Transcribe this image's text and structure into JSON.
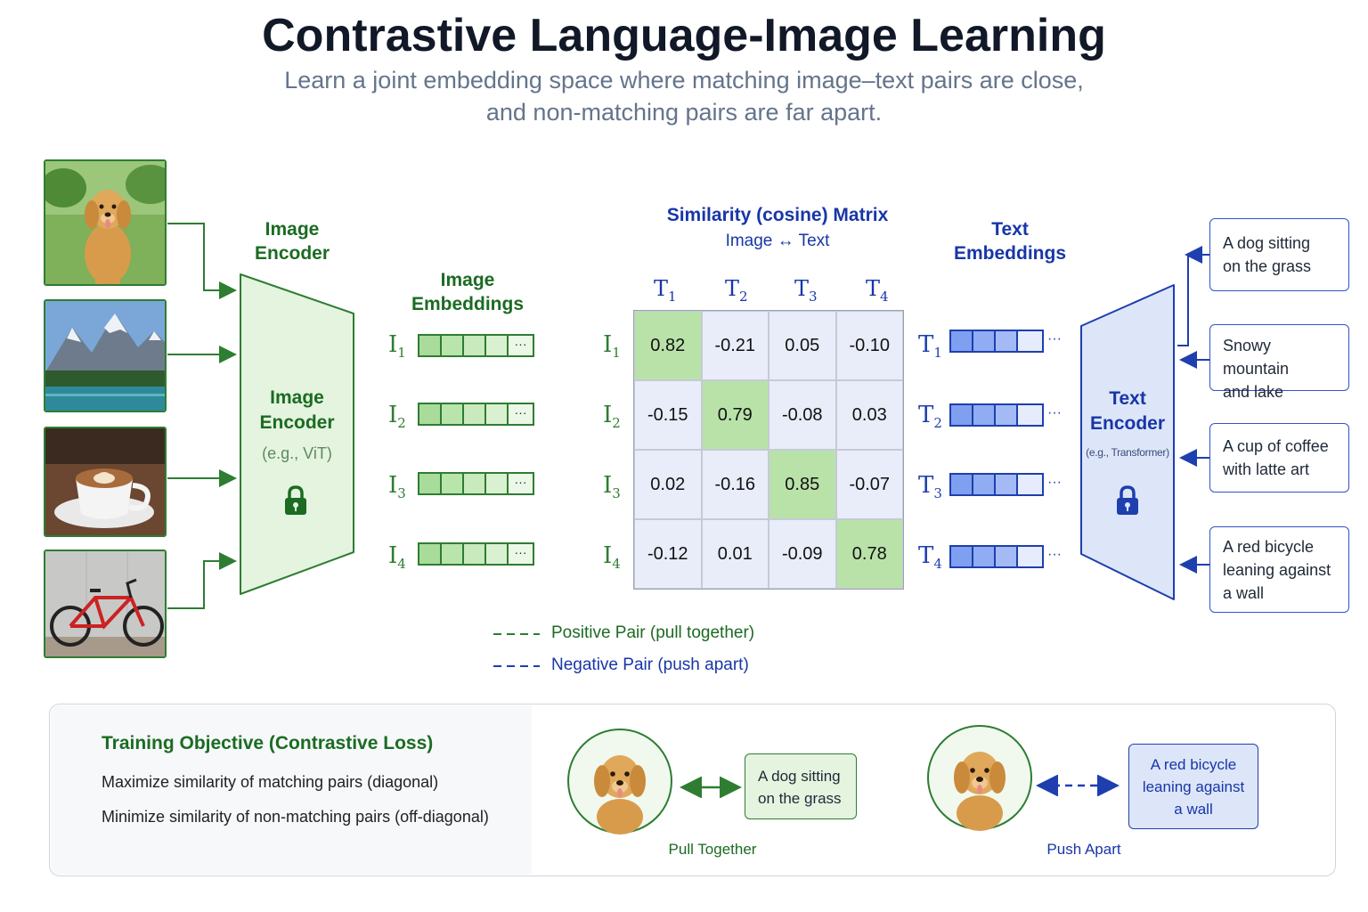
{
  "title": "Contrastive Language-Image Learning",
  "subtitle_line1": "Learn a joint embedding space where matching image–text pairs are close,",
  "subtitle_line2": "and non-matching pairs are far apart.",
  "image_encoder": {
    "header_line1": "Image",
    "header_line2": "Encoder",
    "label_line1": "Image",
    "label_line2": "Encoder",
    "example": "(e.g., ViT)"
  },
  "image_embeddings": {
    "header_line1": "Image",
    "header_line2": "Embeddings"
  },
  "images": [
    {
      "name": "golden-retriever-photo"
    },
    {
      "name": "mountain-lake-photo"
    },
    {
      "name": "latte-coffee-photo"
    },
    {
      "name": "red-bicycle-photo"
    }
  ],
  "matrix": {
    "title": "Similarity  (cosine) Matrix",
    "subtitle": "Image ↔ Text",
    "row_labels": [
      "I",
      "I",
      "I",
      "I"
    ],
    "col_labels": [
      "T",
      "T",
      "T",
      "T"
    ],
    "indices": [
      "1",
      "2",
      "3",
      "4"
    ],
    "rows": [
      [
        "0.82",
        "-0.21",
        "0.05",
        "-0.10"
      ],
      [
        "-0.15",
        "0.79",
        "-0.08",
        "0.03"
      ],
      [
        "0.02",
        "-0.16",
        "0.85",
        "-0.07"
      ],
      [
        "-0.12",
        "0.01",
        "-0.09",
        "0.78"
      ]
    ]
  },
  "text_embeddings": {
    "header_line1": "Text",
    "header_line2": "Embeddings"
  },
  "text_encoder": {
    "label_line1": "Text",
    "label_line2": "Encoder",
    "example": "(e.g., Transformer)"
  },
  "captions": [
    {
      "line1": "A dog sitting",
      "line2": "on the grass",
      "line3": ""
    },
    {
      "line1": "Snowy mountain",
      "line2": "and lake",
      "line3": ""
    },
    {
      "line1": "A cup of coffee",
      "line2": "with latte art",
      "line3": ""
    },
    {
      "line1": "A red bicycle",
      "line2": "leaning against",
      "line3": "a wall"
    }
  ],
  "embedding_dots": "···",
  "legend": {
    "positive": "Positive Pair (pull together)",
    "negative": "Negative Pair (push apart)"
  },
  "objective": {
    "title": "Training Objective (Contrastive Loss)",
    "line1": "Maximize similarity of matching pairs (diagonal)",
    "line2": "Minimize similarity of non-matching pairs (off-diagonal)",
    "pull_caption_line1": "A dog sitting",
    "pull_caption_line2": "on the grass",
    "pull_label": "Pull Together",
    "push_caption_line1": "A red bicycle",
    "push_caption_line2": "leaning against",
    "push_caption_line3": "a wall",
    "push_label": "Push Apart"
  },
  "colors": {
    "green": "#2e7d32",
    "green_fill": "#e4f4df",
    "blue": "#1e3fae",
    "blue_fill": "#dde6f8",
    "positive_cell": "#b9e2a9",
    "negative_cell": "#e8edf9"
  }
}
